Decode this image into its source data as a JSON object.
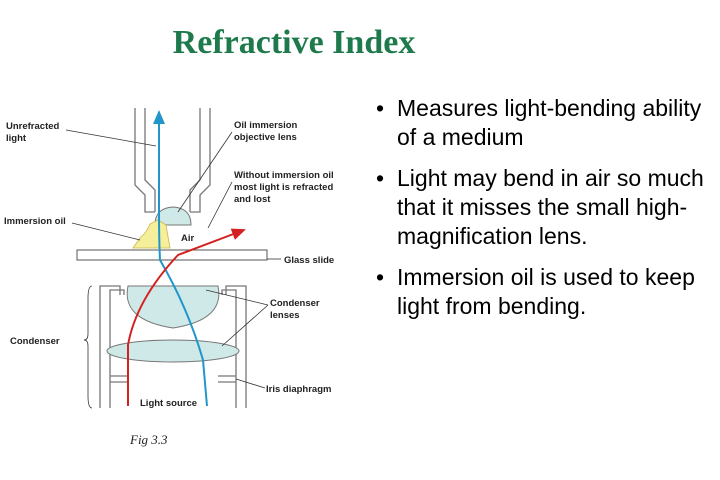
{
  "slide": {
    "title": "Refractive Index",
    "title_color": "#1e7a4c",
    "bullets": [
      "Measures light-bending ability of a medium",
      "Light may bend in air so much that it misses the small high-magnification lens.",
      "Immersion oil is used to keep light from bending."
    ],
    "caption": "Fig 3.3"
  },
  "diagram": {
    "labels": {
      "unrefracted_1": "Unrefracted",
      "unrefracted_2": "light",
      "oil_lens_1": "Oil immersion",
      "oil_lens_2": "objective lens",
      "without_oil_1": "Without immersion oil",
      "without_oil_2": "most light is refracted",
      "without_oil_3": "and lost",
      "immersion_oil": "Immersion oil",
      "air": "Air",
      "glass_slide": "Glass slide",
      "condenser_lenses_1": "Condenser",
      "condenser_lenses_2": "lenses",
      "condenser": "Condenser",
      "iris_diaphragm": "Iris diaphragm",
      "light_source": "Light source"
    },
    "colors": {
      "oil": "#f5ee9a",
      "lens": "#cfe8e8",
      "red_ray": "#d42020",
      "blue_ray": "#2196c9",
      "frame": "#777777"
    }
  }
}
